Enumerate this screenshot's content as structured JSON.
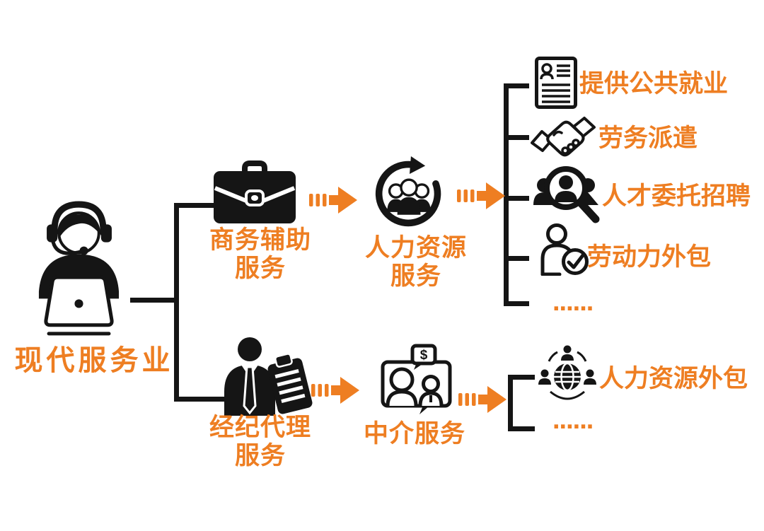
{
  "palette": {
    "accent_orange": "#EE7E22",
    "ink_black": "#151515",
    "background": "#FFFFFF"
  },
  "root": {
    "label": "现代服务业",
    "icon": "support-agent-laptop-icon"
  },
  "level1_branches": [
    {
      "label": "商务辅助\n服务",
      "icon": "briefcase-icon"
    },
    {
      "label": "经纪代理\n服务",
      "icon": "broker-clipboard-icon"
    }
  ],
  "level2_nodes": [
    {
      "label": "人力资源\n服务",
      "icon": "hr-people-cycle-icon"
    },
    {
      "label": "中介服务",
      "icon": "intermediary-consult-icon"
    }
  ],
  "hr_leaves": [
    {
      "label": "提供公共就业",
      "icon": "resume-document-icon"
    },
    {
      "label": "劳务派遣",
      "icon": "handshake-icon"
    },
    {
      "label": "人才委托招聘",
      "icon": "talent-search-icon"
    },
    {
      "label": "劳动力外包",
      "icon": "worker-check-icon"
    },
    {
      "label": "......",
      "icon": "ellipsis"
    }
  ],
  "intermediary_leaves": [
    {
      "label": "人力资源外包",
      "icon": "global-hr-network-icon"
    },
    {
      "label": "......",
      "icon": "ellipsis"
    }
  ]
}
